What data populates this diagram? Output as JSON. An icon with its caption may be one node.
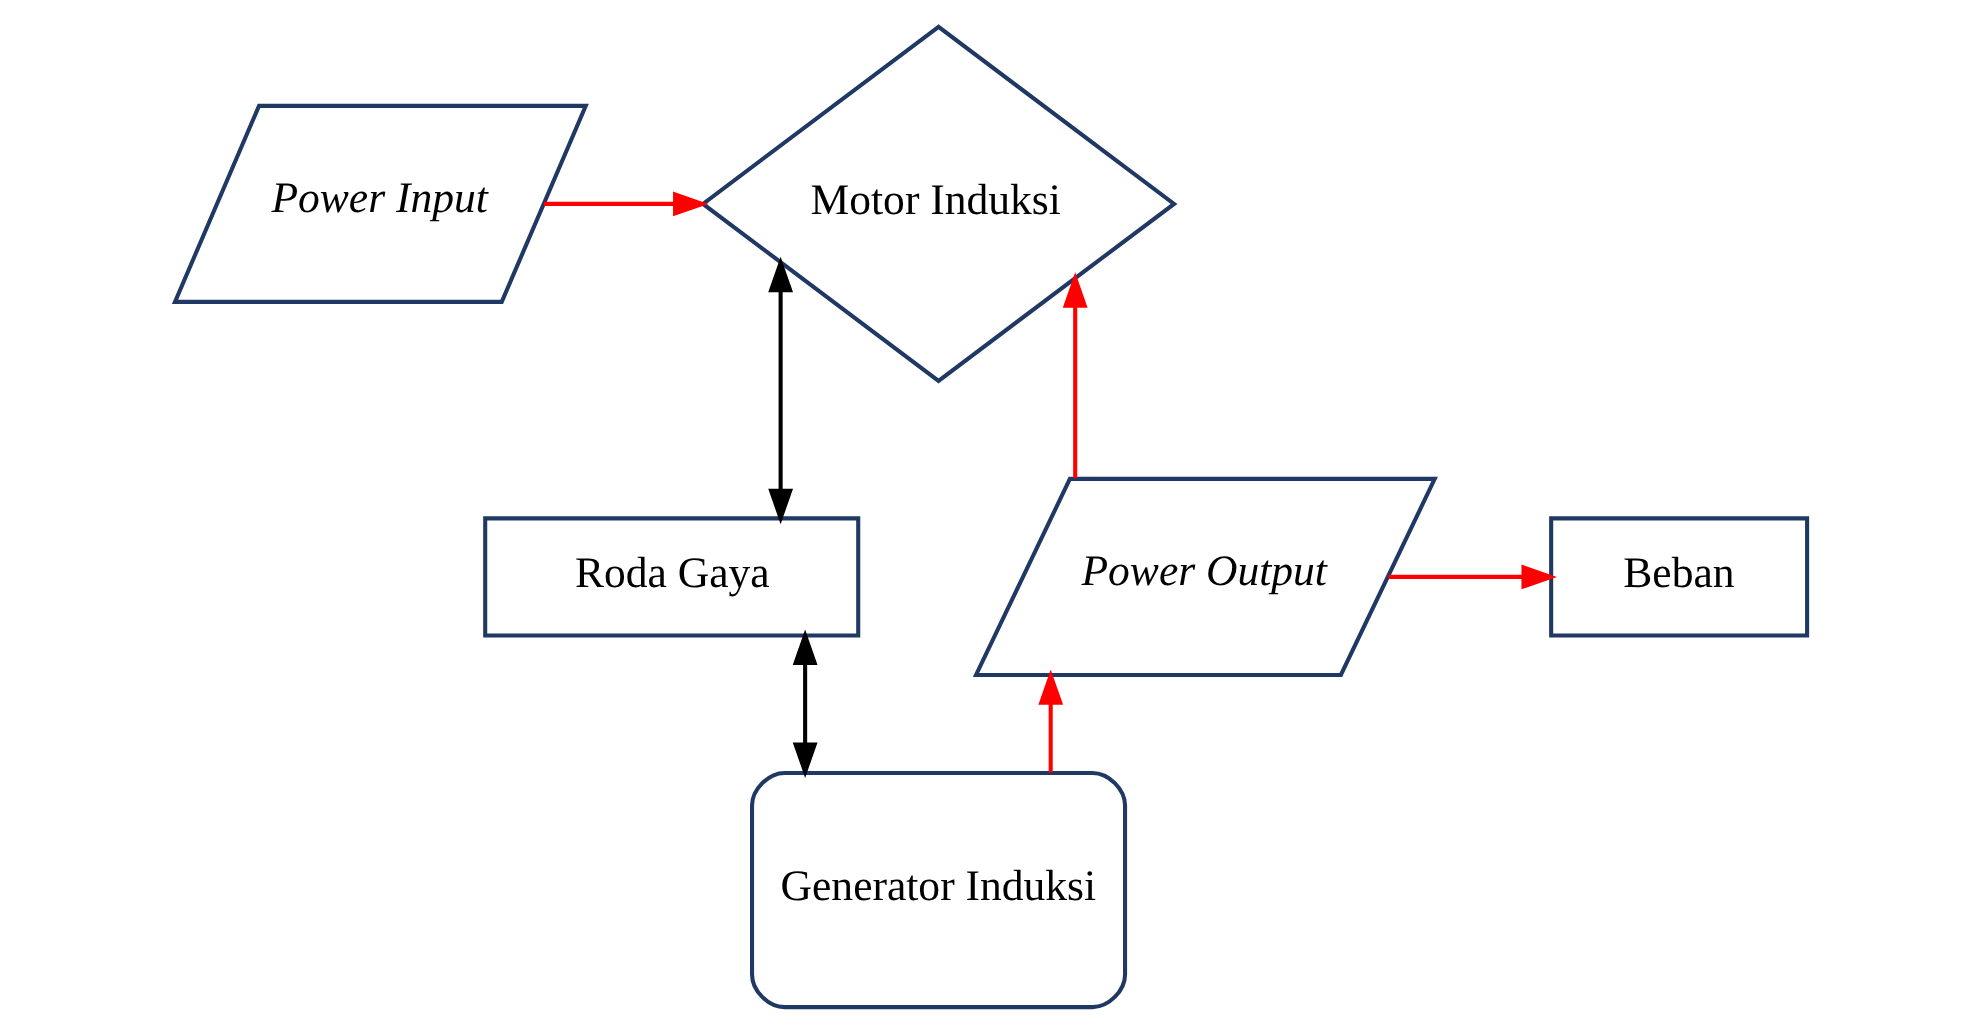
{
  "diagram": {
    "nodes": [
      {
        "text": [
          "Power Input"
        ]
      },
      {
        "text": [
          "Motor Induksi"
        ]
      },
      {
        "text": [
          "Roda Gaya"
        ]
      },
      {
        "text": [
          "Generator Induksi"
        ]
      },
      {
        "text": [
          "Power Output"
        ]
      },
      {
        "text": [
          "Beban"
        ]
      }
    ],
    "edges": [
      {
        "from": 0,
        "to": 1,
        "arrow": "to"
      },
      {
        "from": 1,
        "to": 2,
        "arrow": "both",
        "color": "#000000"
      },
      {
        "from": 2,
        "to": 3,
        "arrow": "both",
        "color": "#000000"
      },
      {
        "from": 3,
        "to": 4,
        "arrow": "to"
      },
      {
        "from": 4,
        "to": 1,
        "arrow": "to"
      },
      {
        "from": 4,
        "to": 5,
        "arrow": "to"
      }
    ]
  }
}
